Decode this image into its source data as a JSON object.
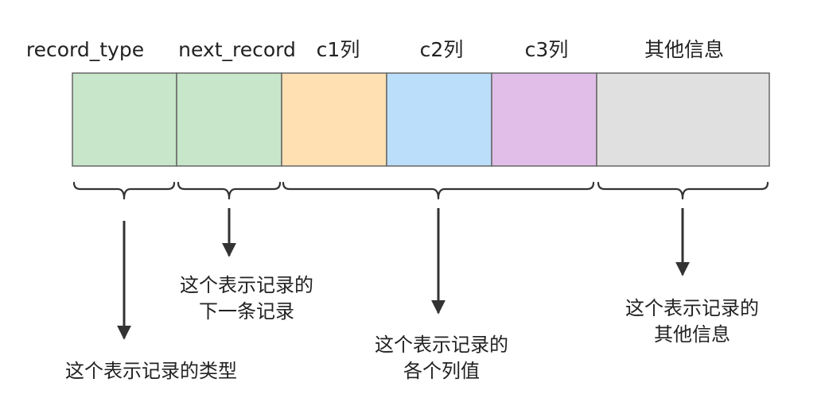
{
  "header_labels": [
    "record_type",
    "next_record",
    "c1列",
    "c2列",
    "c3列",
    "其他信息"
  ],
  "fields": [
    {
      "name": "record_type",
      "color": "#c8e6c9"
    },
    {
      "name": "next_record",
      "color": "#c8e6c9"
    },
    {
      "name": "c1列",
      "color": "#ffe0b3"
    },
    {
      "name": "c2列",
      "color": "#bbdefb"
    },
    {
      "name": "c3列",
      "color": "#e1bee7"
    },
    {
      "name": "其他信息",
      "color": "#e0e0e0"
    }
  ],
  "border_color": "#666666",
  "line_color": "#333333",
  "captions": {
    "type": [
      "这个表示记录的类型"
    ],
    "next": [
      "这个表示记录的",
      "下一条记录"
    ],
    "columns": [
      "这个表示记录的",
      "各个列值"
    ],
    "other": [
      "这个表示记录的",
      "其他信息"
    ]
  }
}
